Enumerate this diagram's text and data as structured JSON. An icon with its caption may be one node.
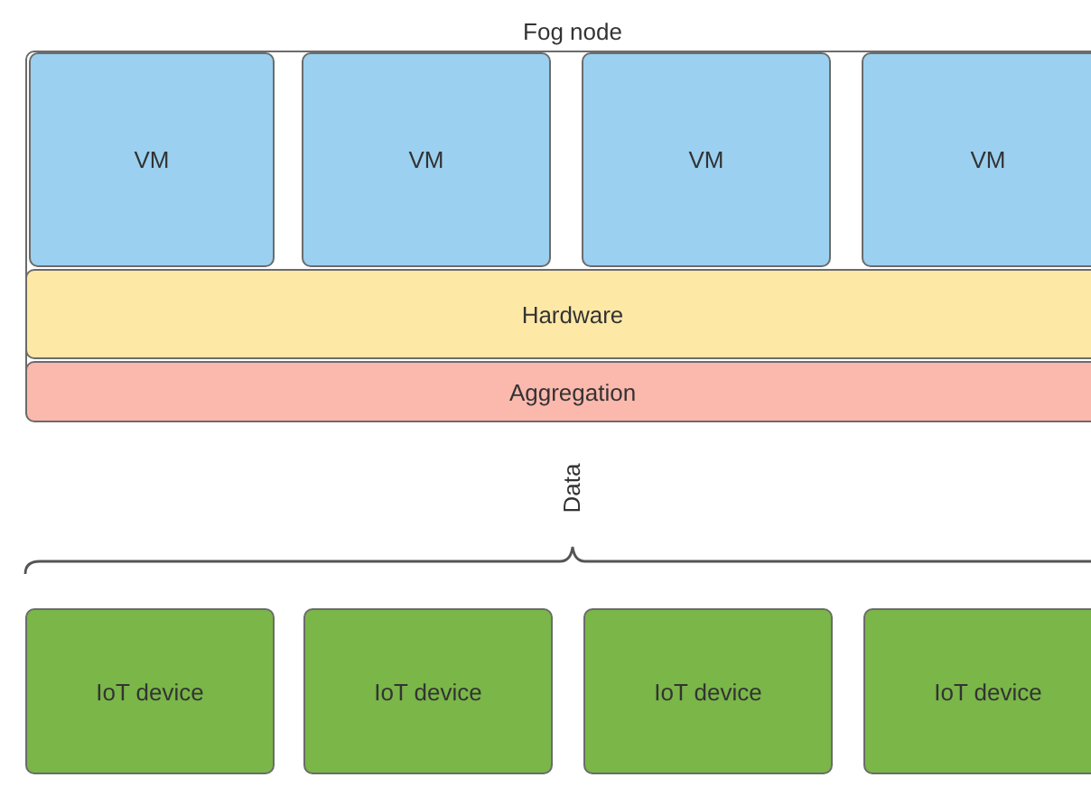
{
  "diagram": {
    "nodes": [
      {
        "text": [
          "Fog node"
        ]
      },
      {
        "text": [
          "VM"
        ],
        "in": 0
      },
      {
        "text": [
          "VM"
        ],
        "in": 0
      },
      {
        "text": [
          "VM"
        ],
        "in": 0
      },
      {
        "text": [
          "VM"
        ],
        "in": 0
      },
      {
        "text": [
          "Hardware"
        ],
        "in": 0
      },
      {
        "text": [
          "Aggregation"
        ],
        "in": 0
      },
      {
        "text": [
          "IoT device"
        ]
      },
      {
        "text": [
          "IoT device"
        ]
      },
      {
        "text": [
          "IoT device"
        ]
      },
      {
        "text": [
          "IoT device"
        ]
      }
    ],
    "labels": [
      "Data"
    ]
  }
}
